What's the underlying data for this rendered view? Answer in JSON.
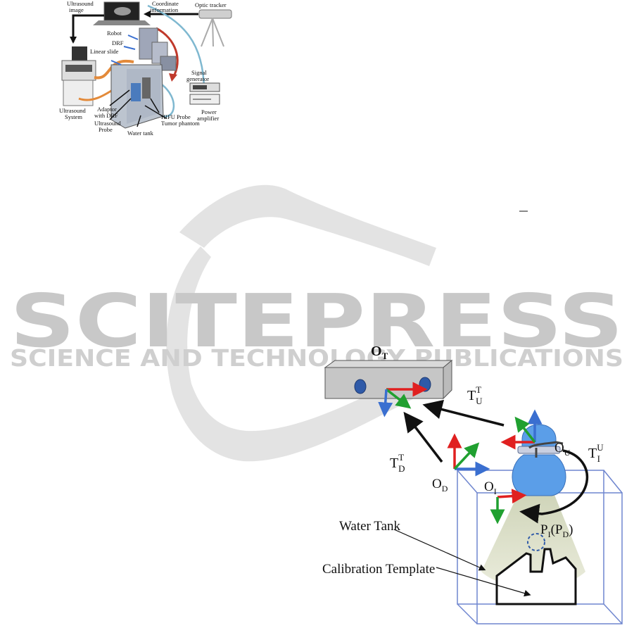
{
  "figure1": {
    "labels": {
      "ultrasound_image": [
        "Ultrasound",
        "image"
      ],
      "coordinate_information": [
        "Coordinate",
        "information"
      ],
      "optic_tracker": "Optic tracker",
      "robot": "Robot",
      "drf": "DRF",
      "linear_slide": "Linear slide",
      "signal_generator": [
        "Signal",
        "generator"
      ],
      "ultrasound_system": [
        "Ultrasound",
        "System"
      ],
      "adaptor_with_drf": [
        "Adaptor",
        "with DRF"
      ],
      "ultrasound_probe": [
        "Ultrasound",
        "Probe"
      ],
      "hifu_probe": "HIFU Probe",
      "tumor_phantom": "Tumor phantom",
      "water_tank": "Water tank",
      "power_amplifier": [
        "Power",
        "amplifier"
      ]
    }
  },
  "watermark": {
    "brand": "SCITEPRESS",
    "tagline": "SCIENCE AND TECHNOLOGY PUBLICATIONS"
  },
  "figure2": {
    "labels": {
      "o_t": {
        "base": "O",
        "sub": "T"
      },
      "t_u_t": {
        "base": "T",
        "sub": "U",
        "sup": "T"
      },
      "o_u": {
        "base": "O",
        "sub": "U"
      },
      "t_i_u": {
        "base": "T",
        "sub": "I",
        "sup": "U"
      },
      "t_d_t": {
        "base": "T",
        "sub": "D",
        "sup": "T"
      },
      "o_d": {
        "base": "O",
        "sub": "D"
      },
      "o_i": {
        "base": "O",
        "sub": "I"
      },
      "p_i": {
        "base": "P",
        "sub": "I",
        "paren_base": "P",
        "paren_sub": "D"
      },
      "water_tank": "Water Tank",
      "calibration_template": "Calibration Template"
    },
    "colors": {
      "axis_x": "#e02020",
      "axis_y": "#20a030",
      "axis_z": "#3a6fd0",
      "tank": "#5577cc",
      "probe": "#5b9ee8",
      "beam": "#d8dcc0"
    }
  }
}
